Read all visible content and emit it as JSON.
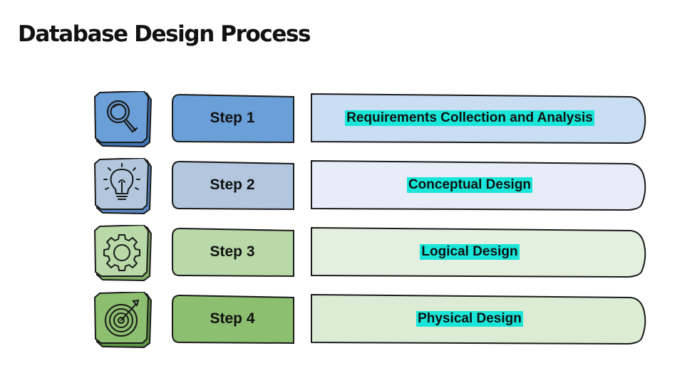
{
  "title": "Database Design Process",
  "colors": {
    "step1": "#6a9fd8",
    "step2": "#b2c7de",
    "step3": "#b9d9a8",
    "step4": "#8dbf70",
    "desc1": "#c9def3",
    "desc2": "#e6edf6",
    "desc3": "#e4f0df",
    "desc4": "#dcecd4",
    "highlight": "#19e6d9",
    "stroke": "#1a1a1a"
  },
  "steps": [
    {
      "label": "Step 1",
      "description": "Requirements Collection and Analysis",
      "icon": "magnifier-icon"
    },
    {
      "label": "Step 2",
      "description": "Conceptual Design",
      "icon": "lightbulb-icon"
    },
    {
      "label": "Step 3",
      "description": "Logical Design",
      "icon": "gear-icon"
    },
    {
      "label": "Step 4",
      "description": "Physical Design",
      "icon": "target-icon"
    }
  ]
}
